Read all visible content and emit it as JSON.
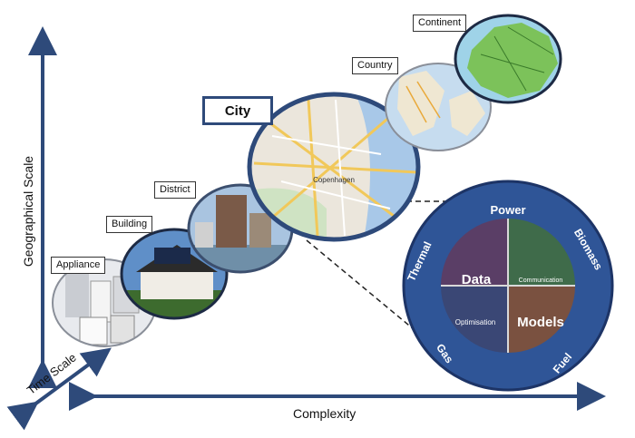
{
  "axes": {
    "vertical": "Geographical Scale",
    "horizontal": "Complexity",
    "diagonal": "Time Scale"
  },
  "scales": [
    {
      "label": "Appliance"
    },
    {
      "label": "Building"
    },
    {
      "label": "District"
    },
    {
      "label": "City"
    },
    {
      "label": "Country"
    },
    {
      "label": "Continent"
    }
  ],
  "map_label": "Copenhagen",
  "wheel": {
    "ring": [
      "Power",
      "Biomass",
      "Fuel",
      "Gas",
      "Thermal"
    ],
    "quadrants": [
      "Data",
      "Communication",
      "Optimisation",
      "Models"
    ]
  },
  "colors": {
    "axis": "#2e4a7a",
    "wheel_ring": "#2f5597",
    "quad_data": "#5a3e66",
    "quad_communication": "#3f6b4a",
    "quad_optimisation": "#3a4775",
    "quad_models": "#7a5140"
  }
}
